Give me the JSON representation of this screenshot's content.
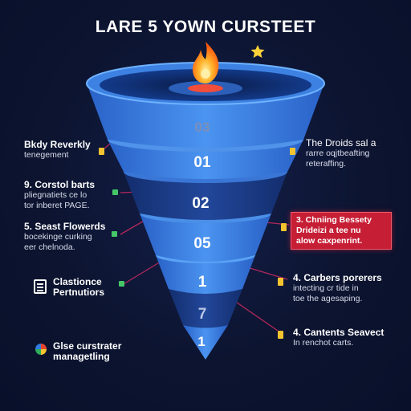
{
  "title": "LARE 5 YOWN CURSTEET",
  "layers": [
    {
      "label": "03"
    },
    {
      "label": "01"
    },
    {
      "label": "02"
    },
    {
      "label": "05"
    },
    {
      "label": "1"
    },
    {
      "label": "7"
    },
    {
      "label": "1"
    }
  ],
  "left_items": [
    {
      "heading": "Bkdy Reverkly",
      "body": "tenegement"
    },
    {
      "heading": "9. Corstol barts",
      "body": "pliegnatiets ce lo\ntor inberet PAGE."
    },
    {
      "heading": "5. Seast Flowerds",
      "body": "bocekinge curking\neer chelnoda."
    },
    {
      "heading": "Clastionce\nPertnutiors",
      "body": ""
    },
    {
      "heading": "Glse curstrater\nmanagetling",
      "body": ""
    }
  ],
  "right_items": [
    {
      "heading": "The Droids sal a",
      "body": "rarre oqjtbeafting\nreteraffing."
    },
    {
      "heading": "3. Chniing Bessety",
      "body": "Drideizi a tee nu\nalow caxpenrint."
    },
    {
      "heading": "4. Carbers porerers",
      "body": "intecting cr tide in\ntoe the agesaping."
    },
    {
      "heading": "4. Cantents Seavect",
      "body": "In renchot carts."
    }
  ],
  "colors": {
    "background": "#0c1430",
    "funnel_light": "#3f86e6",
    "funnel_dark": "#163a86",
    "callout_red": "#c61e35",
    "connector": "#b2285c",
    "flame": "#ff7a18"
  },
  "icons": {
    "top_center": "flame-icon",
    "top_right": "star-icon",
    "left_4": "document-icon",
    "left_5": "google-ball-icon",
    "markers": "tag-icon"
  }
}
